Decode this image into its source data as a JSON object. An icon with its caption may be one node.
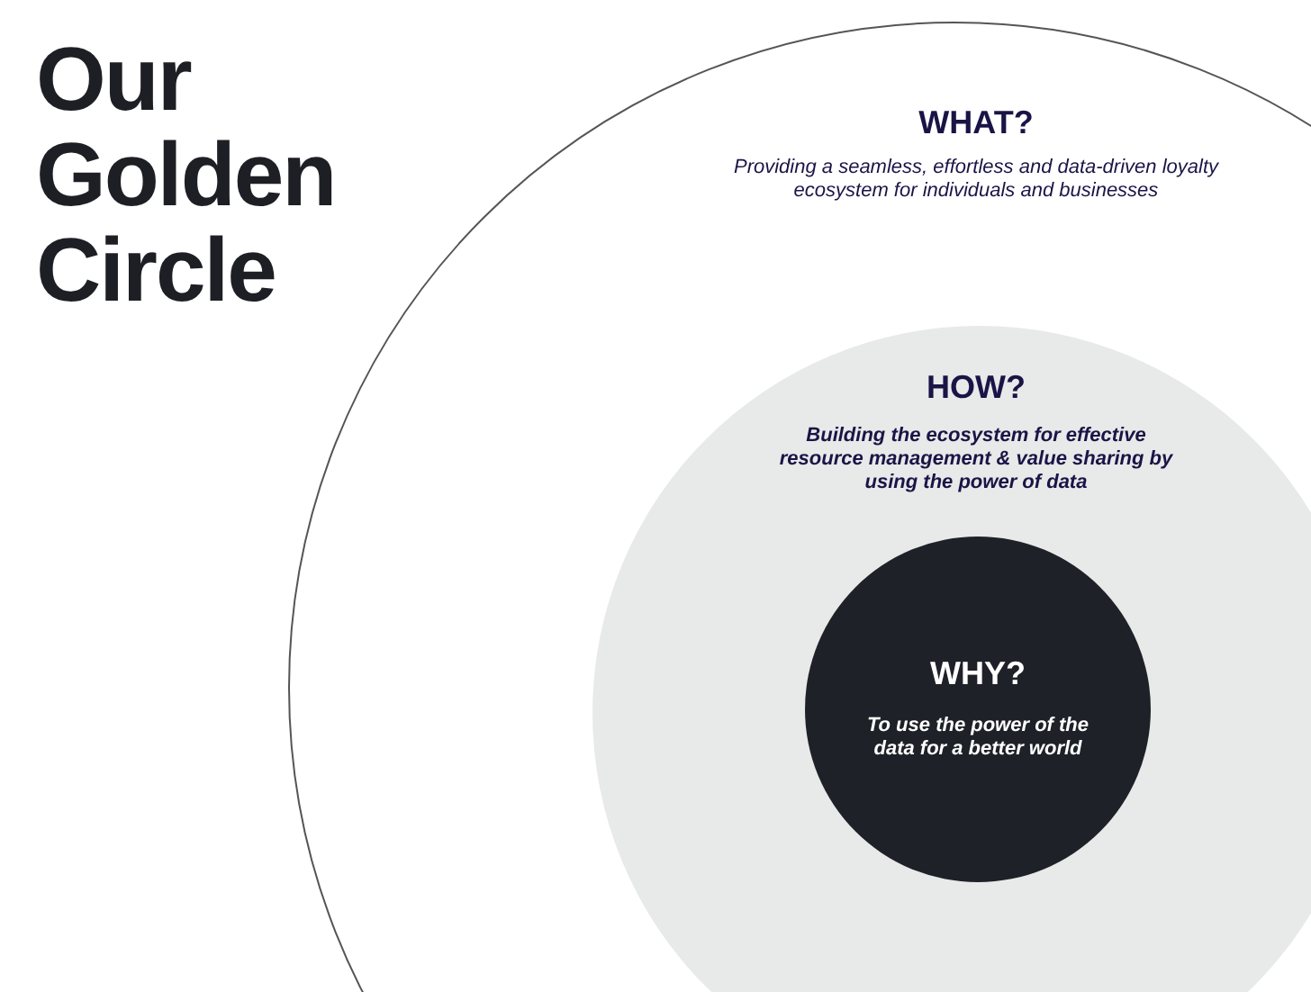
{
  "diagram": {
    "title": "Our Golden Circle",
    "nodes": [
      {
        "text": [
          "WHAT?",
          "Providing a seamless, effortless and data-driven loyalty ecosystem for individuals and businesses"
        ]
      },
      {
        "text": [
          "HOW?",
          "Building the ecosystem for effective resource management & value sharing by using the power of data"
        ],
        "in": 0
      },
      {
        "text": [
          "WHY?",
          "To use the power of the data for a better world"
        ],
        "in": 1
      }
    ],
    "edges": []
  }
}
